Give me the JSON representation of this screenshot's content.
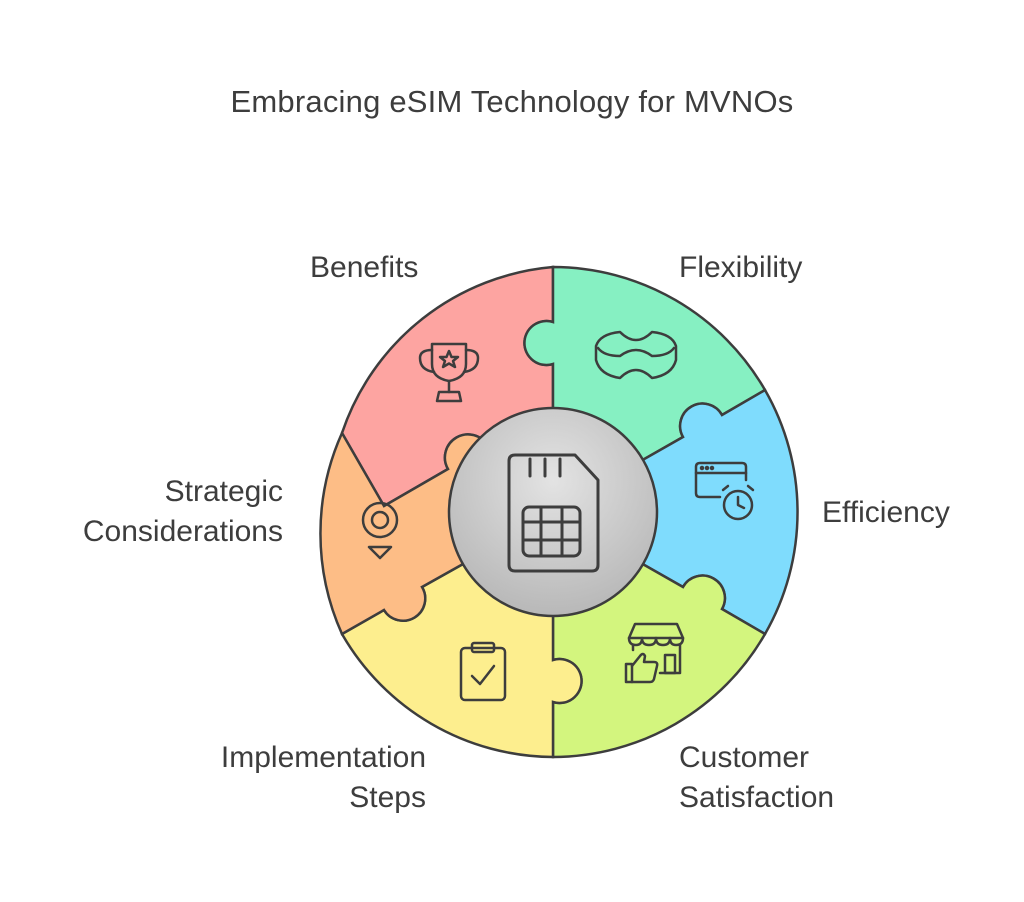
{
  "title": "Embracing eSIM Technology for MVNOs",
  "center_icon": "sim-card-icon",
  "segments": [
    {
      "key": "benefits",
      "label_lines": [
        "Benefits"
      ],
      "color": "#fda4a1",
      "icon": "trophy-icon"
    },
    {
      "key": "flexibility",
      "label_lines": [
        "Flexibility"
      ],
      "color": "#86f0c2",
      "icon": "flexible-band-icon"
    },
    {
      "key": "efficiency",
      "label_lines": [
        "Efficiency"
      ],
      "color": "#7fdcfd",
      "icon": "browser-clock-icon"
    },
    {
      "key": "customer_satisfaction",
      "label_lines": [
        "Customer",
        "Satisfaction"
      ],
      "color": "#d3f57e",
      "icon": "store-thumbs-up-icon"
    },
    {
      "key": "implementation_steps",
      "label_lines": [
        "Implementation",
        "Steps"
      ],
      "color": "#fdee8e",
      "icon": "clipboard-check-icon"
    },
    {
      "key": "strategic_considerations",
      "label_lines": [
        "Strategic",
        "Considerations"
      ],
      "color": "#fdbd86",
      "icon": "target-pin-icon"
    }
  ]
}
